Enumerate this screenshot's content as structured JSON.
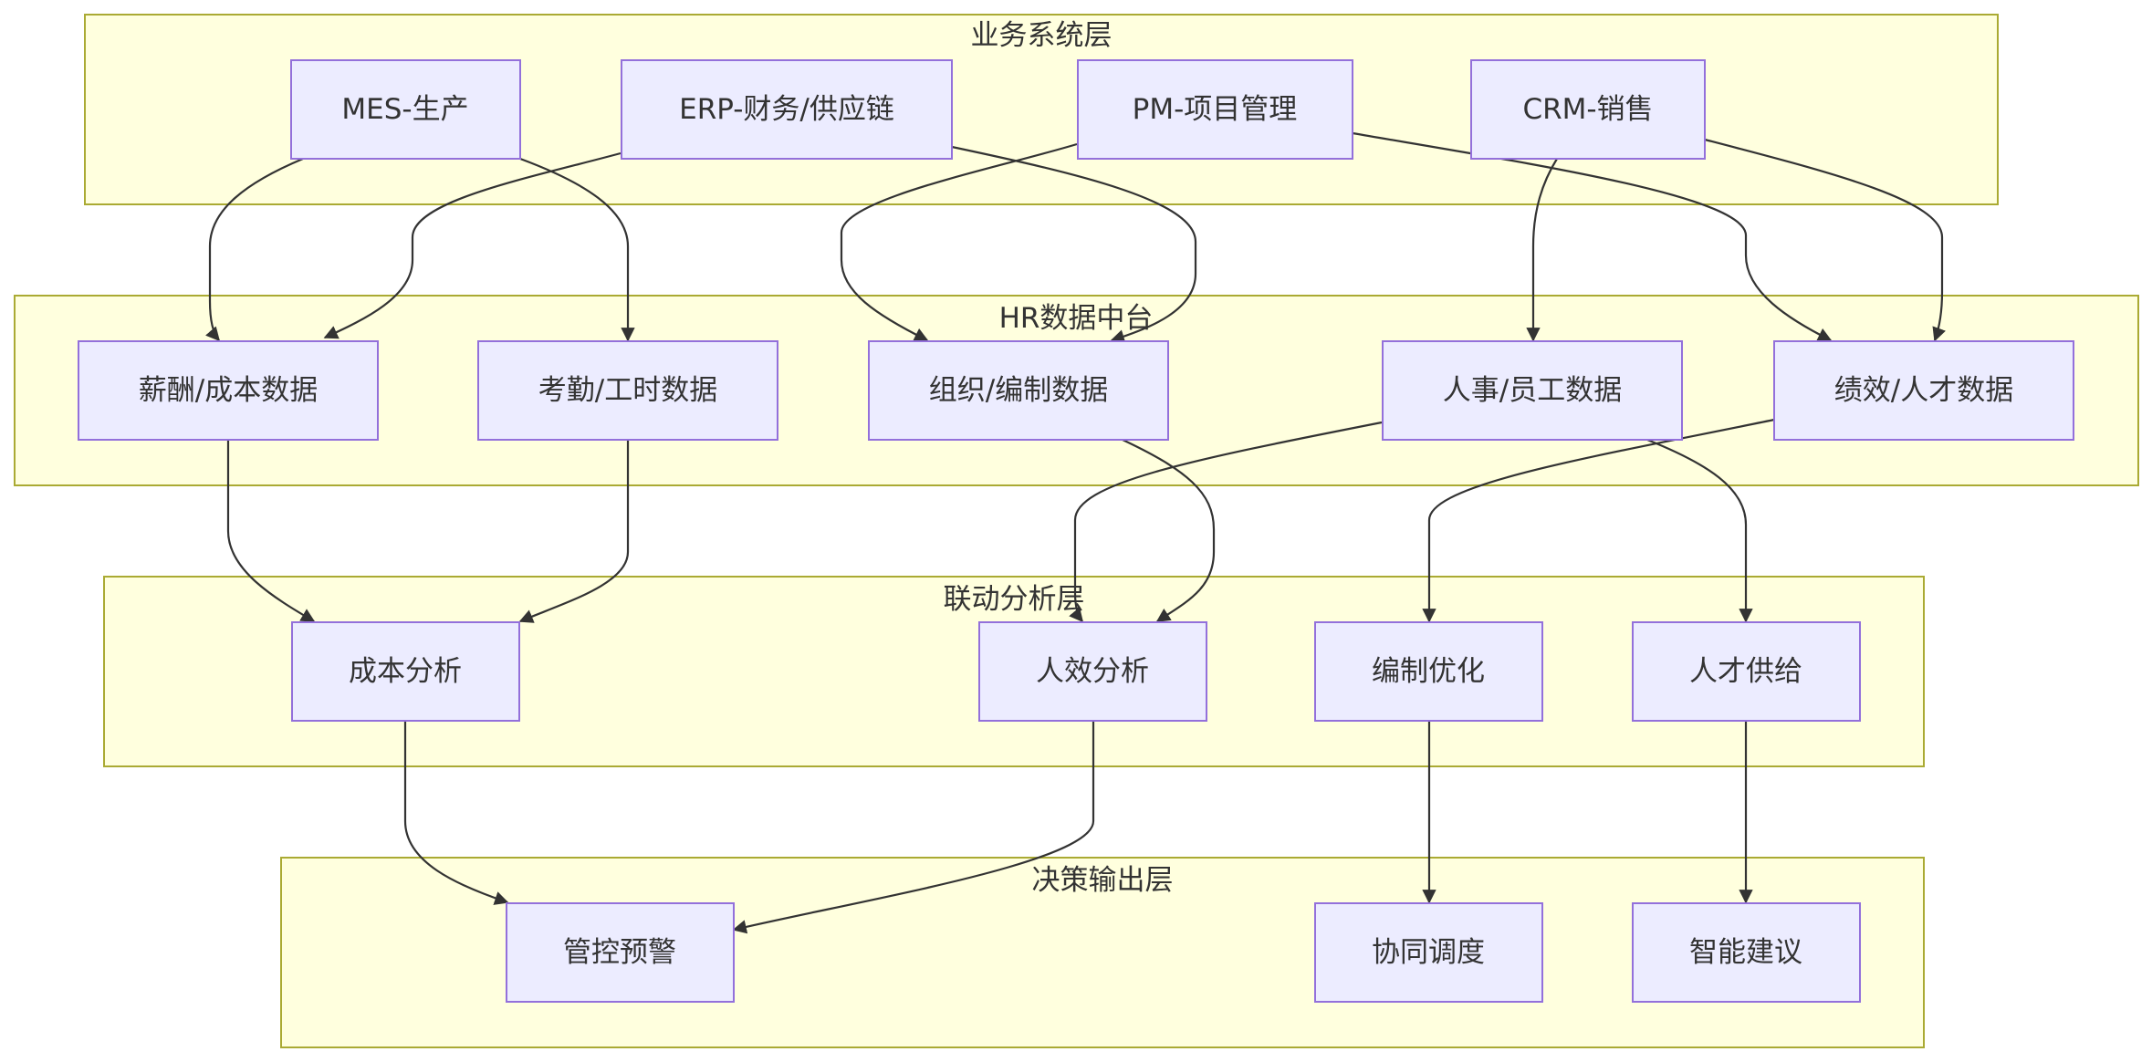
{
  "clusters": {
    "business": {
      "label": "业务系统层"
    },
    "hr_data": {
      "label": "HR数据中台"
    },
    "analysis": {
      "label": "联动分析层"
    },
    "decision": {
      "label": "决策输出层"
    }
  },
  "nodes": {
    "mes": "MES-生产",
    "erp": "ERP-财务/供应链",
    "pm": "PM-项目管理",
    "crm": "CRM-销售",
    "salary": "薪酬/成本数据",
    "attendance": "考勤/工时数据",
    "org": "组织/编制数据",
    "personnel": "人事/员工数据",
    "performance": "绩效/人才数据",
    "cost_analysis": "成本分析",
    "efficiency_analysis": "人效分析",
    "staffing_opt": "编制优化",
    "talent_supply": "人才供给",
    "alert": "管控预警",
    "coordination": "协同调度",
    "suggestion": "智能建议"
  },
  "edges": [
    {
      "from": "mes",
      "to": "salary"
    },
    {
      "from": "mes",
      "to": "attendance"
    },
    {
      "from": "erp",
      "to": "salary"
    },
    {
      "from": "erp",
      "to": "org"
    },
    {
      "from": "pm",
      "to": "org"
    },
    {
      "from": "pm",
      "to": "performance"
    },
    {
      "from": "crm",
      "to": "personnel"
    },
    {
      "from": "crm",
      "to": "performance"
    },
    {
      "from": "salary",
      "to": "cost_analysis"
    },
    {
      "from": "attendance",
      "to": "cost_analysis"
    },
    {
      "from": "org",
      "to": "efficiency_analysis"
    },
    {
      "from": "personnel",
      "to": "efficiency_analysis"
    },
    {
      "from": "personnel",
      "to": "talent_supply"
    },
    {
      "from": "performance",
      "to": "staffing_opt"
    },
    {
      "from": "cost_analysis",
      "to": "alert"
    },
    {
      "from": "efficiency_analysis",
      "to": "alert"
    },
    {
      "from": "staffing_opt",
      "to": "coordination"
    },
    {
      "from": "talent_supply",
      "to": "suggestion"
    }
  ]
}
